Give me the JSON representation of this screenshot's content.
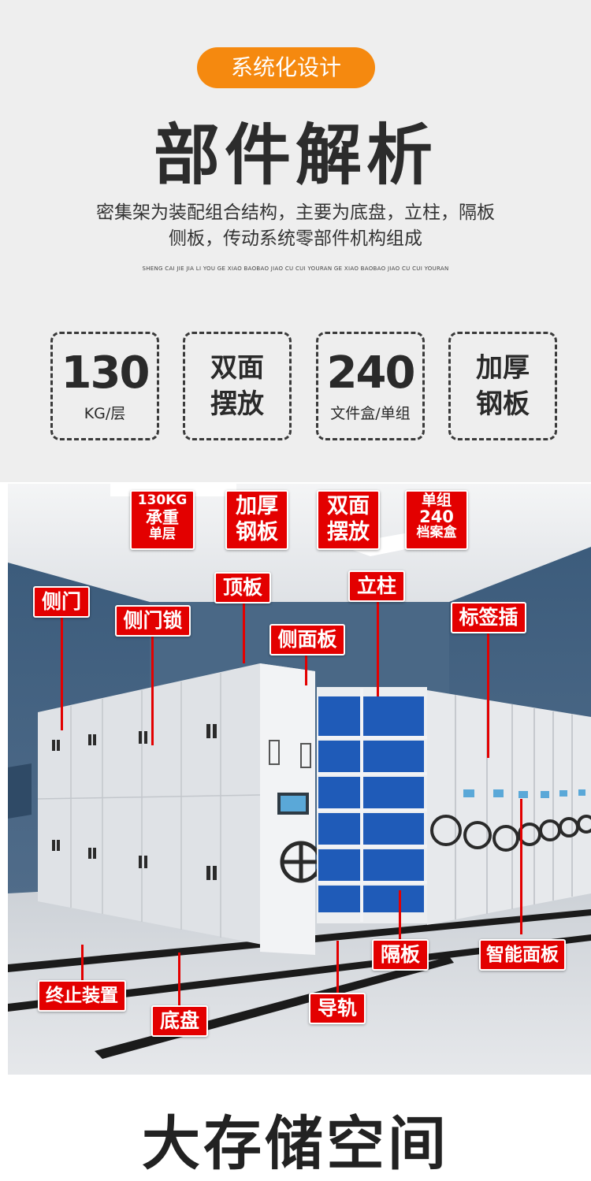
{
  "header": {
    "tag": "系统化设计",
    "title": "部件解析",
    "description_line1": "密集架为装配组合结构，主要为底盘，立柱，隔板",
    "description_line2": "侧板，传动系统零部件机构组成",
    "pinyin": "SHENG CAI JIE JIA  LI YOU GE XIAO BAOBAO  JIAO CU CUI YOURAN GE XIAO BAOBAO  JIAO CU CUI YOURAN"
  },
  "features": [
    {
      "value": "130",
      "unit": "KG/层"
    },
    {
      "text_line1": "双面",
      "text_line2": "摆放"
    },
    {
      "value": "240",
      "unit": "文件盒/单组"
    },
    {
      "text_line1": "加厚",
      "text_line2": "钢板"
    }
  ],
  "badges": [
    {
      "line1": "130KG",
      "line2": "承重",
      "line3": "单层"
    },
    {
      "line1": "加厚",
      "line2": "钢板"
    },
    {
      "line1": "双面",
      "line2": "摆放"
    },
    {
      "line1": "单组",
      "line2": "240",
      "line3": "档案盒"
    }
  ],
  "callouts": {
    "side_door": "侧门",
    "side_door_lock": "侧门锁",
    "top_panel": "顶板",
    "column": "立柱",
    "side_panel": "侧面板",
    "label_slot": "标签插",
    "shelf": "隔板",
    "smart_panel": "智能面板",
    "end_stop": "终止装置",
    "chassis": "底盘",
    "guide_rail": "导轨"
  },
  "footer": {
    "title": "大存储空间"
  },
  "colors": {
    "accent_orange": "#f5890f",
    "callout_red": "#e30000",
    "binder_blue": "#1f5bb8"
  }
}
